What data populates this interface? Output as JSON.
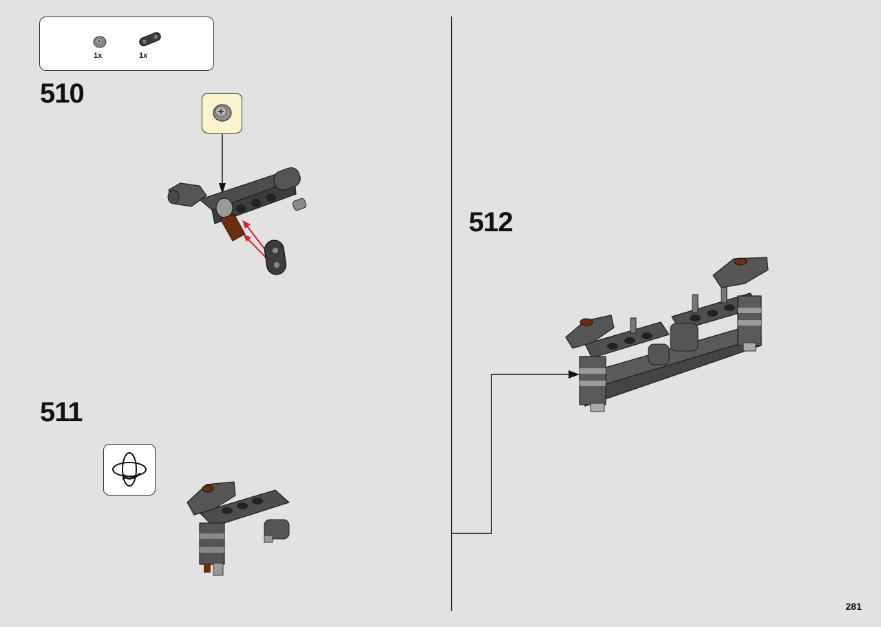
{
  "parts_list": {
    "items": [
      {
        "icon": "bush-icon",
        "qty": "1x"
      },
      {
        "icon": "beam-2-icon",
        "qty": "1x"
      }
    ]
  },
  "steps": [
    {
      "number": "510"
    },
    {
      "number": "511"
    },
    {
      "number": "512"
    }
  ],
  "page_number": "281",
  "colors": {
    "background": "#e2e2e2",
    "callout_bg": "#fbf3cd",
    "arrow_red": "#d3222a",
    "part_dark": "#4a4a4a",
    "part_brown": "#6b2e12"
  }
}
